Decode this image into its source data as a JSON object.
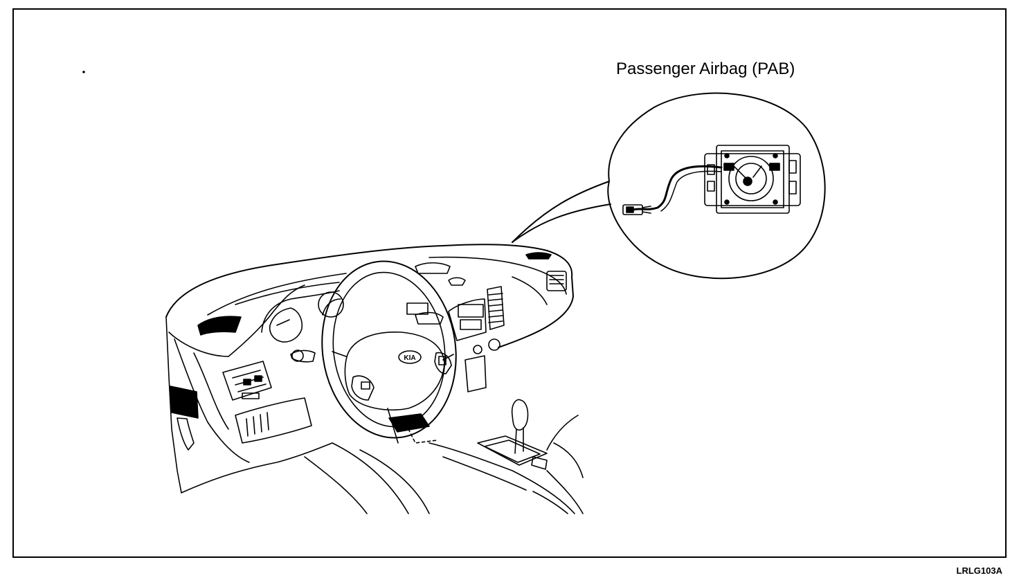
{
  "diagram": {
    "callout_label": "Passenger Airbag (PAB)",
    "figure_code": "LRLG103A",
    "badge_text": "KIA"
  }
}
